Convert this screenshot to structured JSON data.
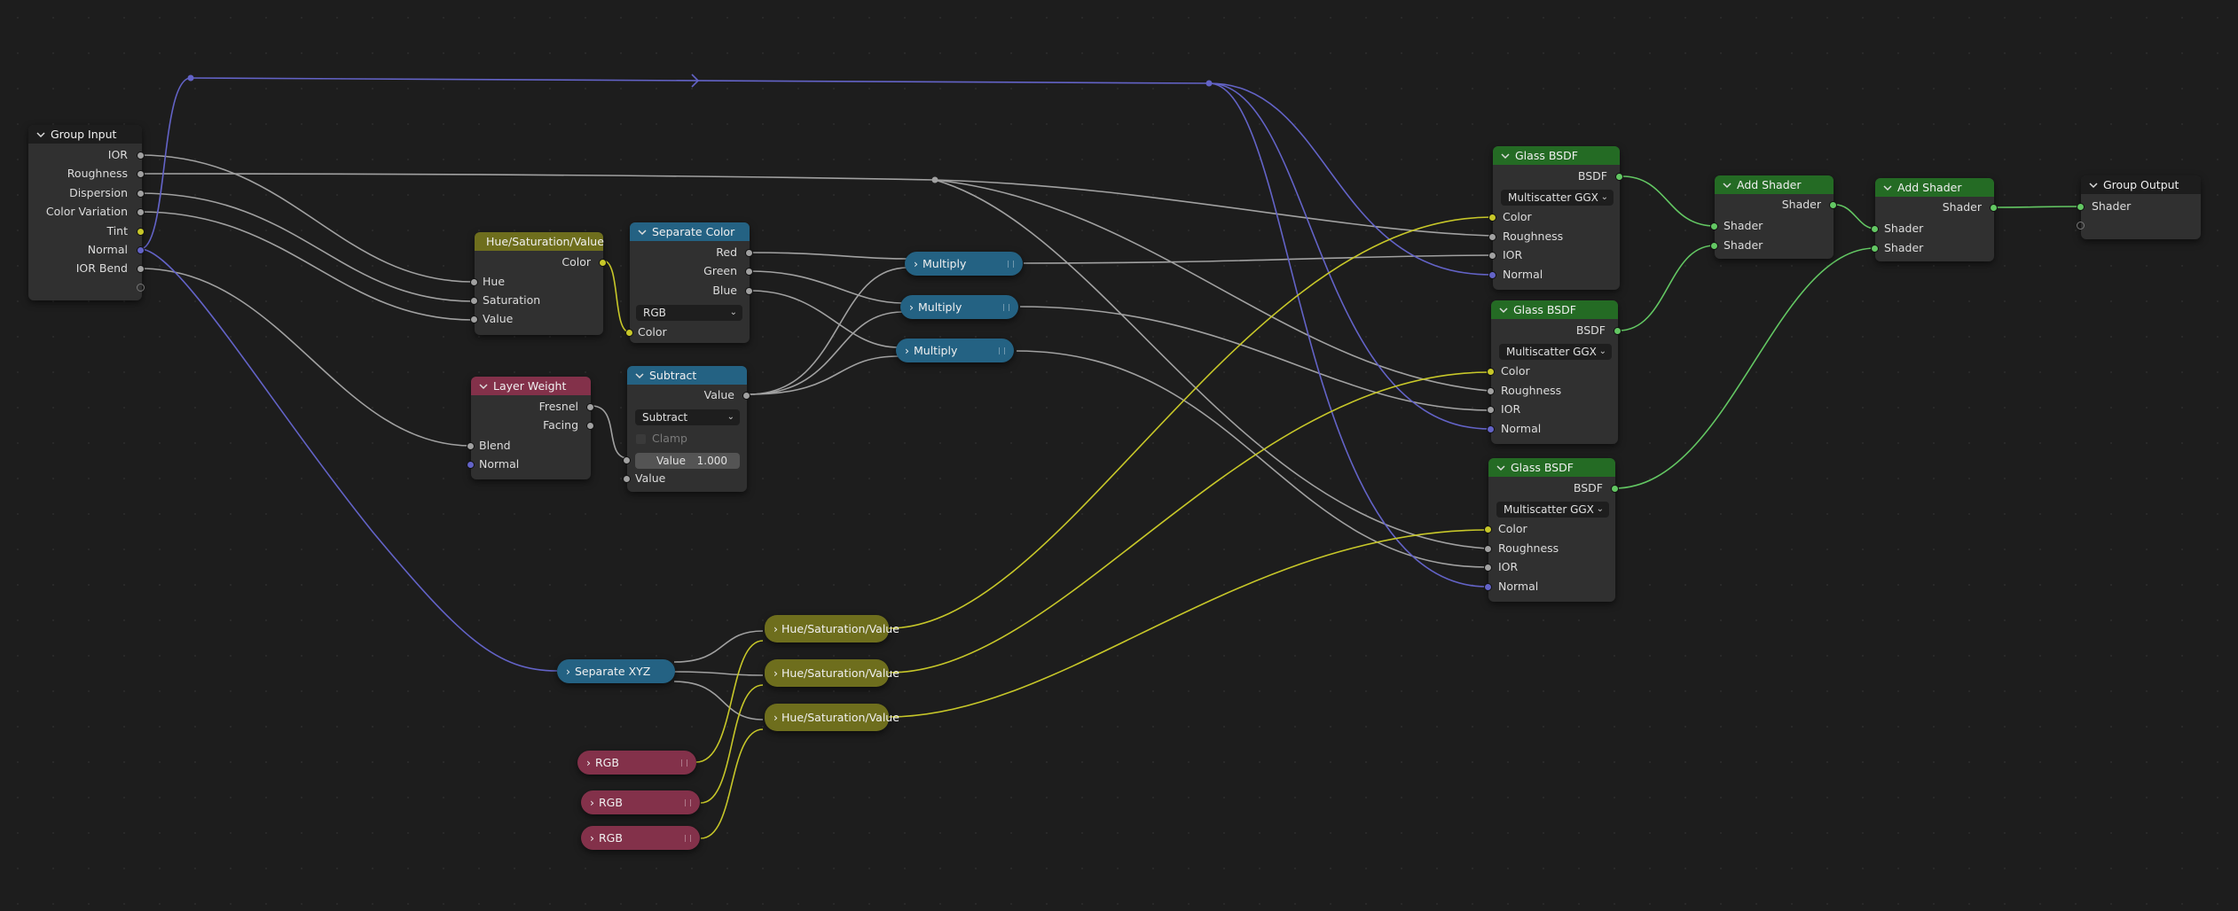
{
  "colors": {
    "background": "#1d1d1d",
    "node_body": "#303030",
    "header_input_output": "#1d1d1d",
    "header_color": "#6e6e1d",
    "header_converter": "#246283",
    "header_input": "#83314a",
    "header_shader": "#246b24",
    "link_gray": "#a1a1a1",
    "link_yellow": "#c7c729",
    "link_blue": "#6363c7",
    "link_green": "#63c763"
  },
  "group_input": {
    "title": "Group Input",
    "outputs": [
      "IOR",
      "Roughness",
      "Dispersion",
      "Color Variation",
      "Tint",
      "Normal",
      "IOR Bend"
    ]
  },
  "hsv_node": {
    "title": "Hue/Saturation/Value",
    "output": "Color",
    "inputs": [
      "Hue",
      "Saturation",
      "Value"
    ]
  },
  "separate_color": {
    "title": "Separate Color",
    "outputs": [
      "Red",
      "Green",
      "Blue"
    ],
    "mode": "RGB",
    "input": "Color"
  },
  "layer_weight": {
    "title": "Layer Weight",
    "outputs": [
      "Fresnel",
      "Facing"
    ],
    "inputs": [
      "Blend",
      "Normal"
    ]
  },
  "subtract": {
    "title": "Subtract",
    "output": "Value",
    "operation": "Subtract",
    "clamp_label": "Clamp",
    "value_label": "Value",
    "value": "1.000",
    "input": "Value"
  },
  "multiply_nodes": [
    "Multiply",
    "Multiply",
    "Multiply"
  ],
  "glass_nodes": [
    {
      "title": "Glass BSDF",
      "output": "BSDF",
      "distribution": "Multiscatter GGX",
      "inputs": [
        "Color",
        "Roughness",
        "IOR",
        "Normal"
      ]
    },
    {
      "title": "Glass BSDF",
      "output": "BSDF",
      "distribution": "Multiscatter GGX",
      "inputs": [
        "Color",
        "Roughness",
        "IOR",
        "Normal"
      ]
    },
    {
      "title": "Glass BSDF",
      "output": "BSDF",
      "distribution": "Multiscatter GGX",
      "inputs": [
        "Color",
        "Roughness",
        "IOR",
        "Normal"
      ]
    }
  ],
  "add_shader_1": {
    "title": "Add Shader",
    "output": "Shader",
    "inputs": [
      "Shader",
      "Shader"
    ]
  },
  "add_shader_2": {
    "title": "Add Shader",
    "output": "Shader",
    "inputs": [
      "Shader",
      "Shader"
    ]
  },
  "group_output": {
    "title": "Group Output",
    "input": "Shader"
  },
  "separate_xyz": {
    "title": "Separate XYZ"
  },
  "hsv_collapsed": [
    "Hue/Saturation/Value",
    "Hue/Saturation/Value",
    "Hue/Saturation/Value"
  ],
  "rgb_nodes": [
    "RGB",
    "RGB",
    "RGB"
  ]
}
